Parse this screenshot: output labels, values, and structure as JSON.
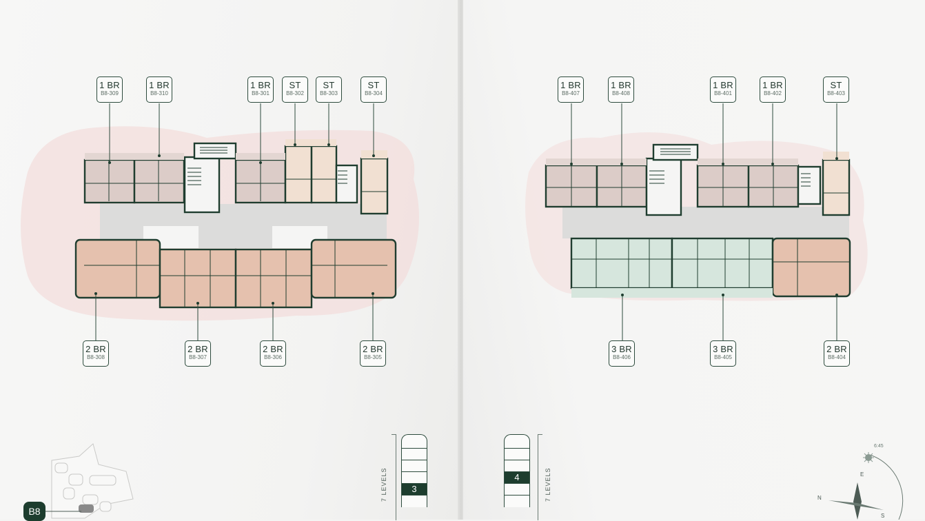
{
  "left_page": {
    "top_units": [
      {
        "type": "1 BR",
        "code": "B8-309"
      },
      {
        "type": "1 BR",
        "code": "B8-310"
      },
      {
        "type": "1 BR",
        "code": "B8-301"
      },
      {
        "type": "ST",
        "code": "B8-302"
      },
      {
        "type": "ST",
        "code": "B8-303"
      },
      {
        "type": "ST",
        "code": "B8-304"
      }
    ],
    "bottom_units": [
      {
        "type": "2 BR",
        "code": "B8-308"
      },
      {
        "type": "2 BR",
        "code": "B8-307"
      },
      {
        "type": "2 BR",
        "code": "B8-306"
      },
      {
        "type": "2 BR",
        "code": "B8-305"
      }
    ],
    "levels_label": "7 LEVELS",
    "current_level": "3",
    "building_badge": "B8"
  },
  "right_page": {
    "top_units": [
      {
        "type": "1 BR",
        "code": "B8-407"
      },
      {
        "type": "1 BR",
        "code": "B8-408"
      },
      {
        "type": "1 BR",
        "code": "B8-401"
      },
      {
        "type": "1 BR",
        "code": "B8-402"
      },
      {
        "type": "ST",
        "code": "B8-403"
      }
    ],
    "bottom_units": [
      {
        "type": "3 BR",
        "code": "B8-406"
      },
      {
        "type": "3 BR",
        "code": "B8-405"
      },
      {
        "type": "2 BR",
        "code": "B8-404"
      }
    ],
    "levels_label": "7 LEVELS",
    "current_level": "4",
    "compass": {
      "time": "6:45",
      "east": "E",
      "north": "N",
      "south": "S"
    }
  },
  "colors": {
    "wall": "#1f3d2f",
    "one_br": "#dcccc8",
    "studio": "#f1e0d2",
    "two_br": "#e5c1ae",
    "three_br": "#d6e6dd",
    "corridor": "#dcdcdb",
    "shadow": "#f2dcda"
  }
}
